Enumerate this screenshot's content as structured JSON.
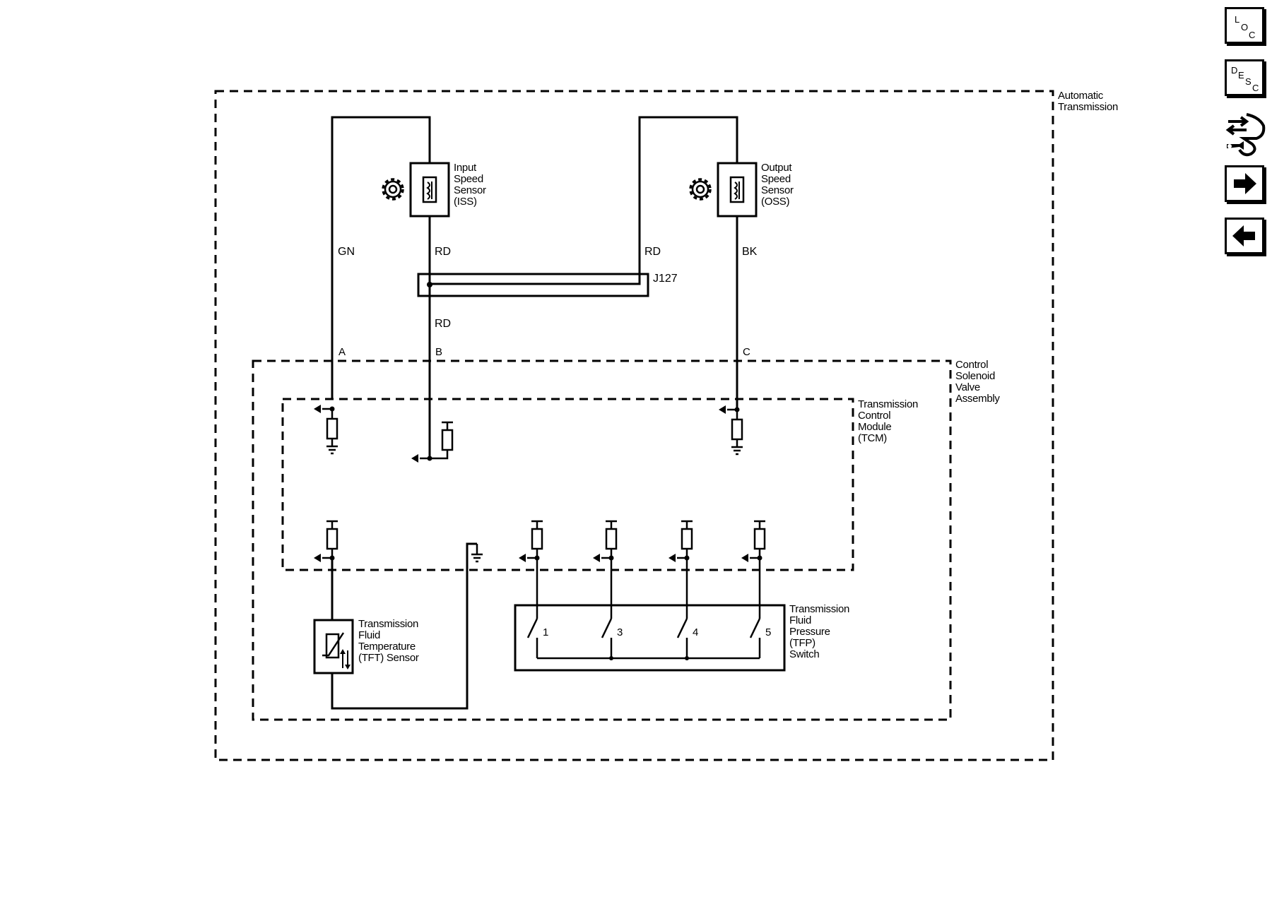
{
  "labels": {
    "automatic_transmission": [
      "Automatic",
      "Transmission"
    ],
    "control_solenoid": [
      "Control",
      "Solenoid",
      "Valve",
      "Assembly"
    ],
    "tcm": [
      "Transmission",
      "Control",
      "Module",
      "(TCM)"
    ],
    "iss": [
      "Input",
      "Speed",
      "Sensor",
      "(ISS)"
    ],
    "oss": [
      "Output",
      "Speed",
      "Sensor",
      "(OSS)"
    ],
    "tft": [
      "Transmission",
      "Fluid",
      "Temperature",
      "(TFT) Sensor"
    ],
    "tfp": [
      "Transmission",
      "Fluid",
      "Pressure",
      "(TFP)",
      "Switch"
    ]
  },
  "wires": {
    "gn": "GN",
    "rd_iss": "RD",
    "rd_oss": "RD",
    "bk": "BK",
    "rd_lower": "RD"
  },
  "connector": "J127",
  "pins": {
    "a": "A",
    "b": "B",
    "c": "C"
  },
  "switch_numbers": [
    "1",
    "3",
    "4",
    "5"
  ],
  "nav": {
    "loc": [
      "L",
      "O",
      "C"
    ],
    "desc": [
      "D",
      "E",
      "S",
      "C"
    ]
  },
  "icons": [
    "gear-icon",
    "tool-icon",
    "arrow-right-icon",
    "arrow-left-icon"
  ]
}
